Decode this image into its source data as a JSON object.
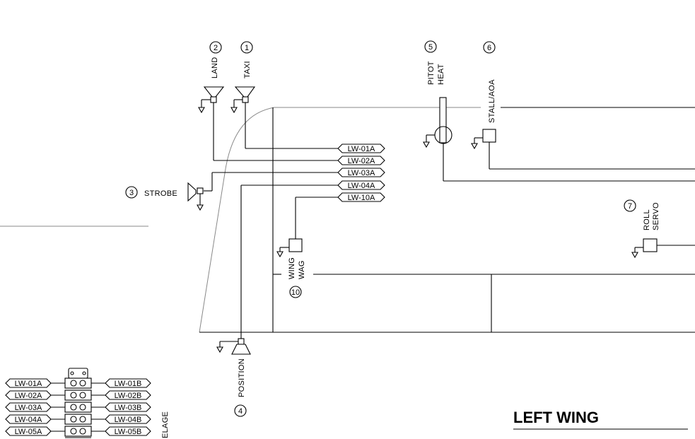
{
  "title": "LEFT WING",
  "fuselage_fragment": "ELAGE",
  "components": {
    "land": {
      "num": "2",
      "name": "LAND"
    },
    "taxi": {
      "num": "1",
      "name": "TAXI"
    },
    "pitot": {
      "num": "5",
      "name_line1": "PITOT",
      "name_line2": "HEAT"
    },
    "stall": {
      "num": "6",
      "name": "STALL/AOA"
    },
    "strobe": {
      "num": "3",
      "name": "STROBE"
    },
    "roll": {
      "num": "7",
      "name_line1": "ROLL",
      "name_line2": "SERVO"
    },
    "wingwag": {
      "num": "10",
      "name_line1": "WING",
      "name_line2": "WAG"
    },
    "position": {
      "num": "4",
      "name": "POSITION"
    }
  },
  "wire_tags": [
    "LW-01A",
    "LW-02A",
    "LW-03A",
    "LW-04A",
    "LW-10A"
  ],
  "terminal_left": [
    "LW-01A",
    "LW-02A",
    "LW-03A",
    "LW-04A",
    "LW-05A"
  ],
  "terminal_right": [
    "LW-01B",
    "LW-02B",
    "LW-03B",
    "LW-04B",
    "LW-05B"
  ]
}
